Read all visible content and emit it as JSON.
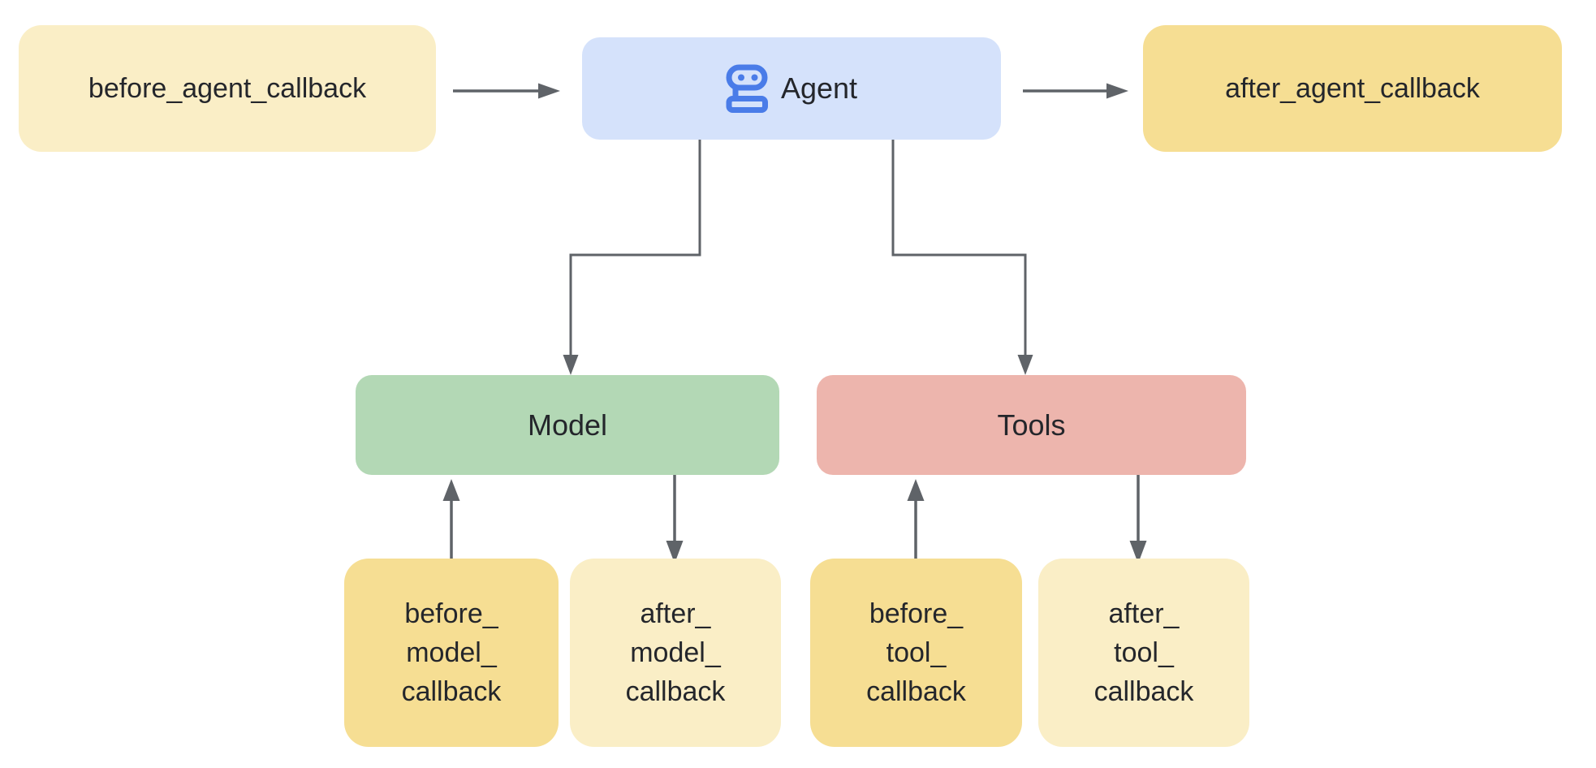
{
  "page": {
    "background": "#FFFFFF"
  },
  "diagram": {
    "nodes": {
      "before_agent_callback": {
        "label": "before_agent_callback",
        "fill": "#FAEEC6"
      },
      "agent": {
        "label": "Agent",
        "fill": "#D5E2FB",
        "icon": "robot-icon",
        "icon_color": "#4A7CE8"
      },
      "after_agent_callback": {
        "label": "after_agent_callback",
        "fill": "#F6DE93"
      },
      "model": {
        "label": "Model",
        "fill": "#B3D8B5"
      },
      "tools": {
        "label": "Tools",
        "fill": "#EDB5AD"
      },
      "before_model_callback": {
        "label": "before_\nmodel_\ncallback",
        "fill": "#F6DE93"
      },
      "after_model_callback": {
        "label": "after_\nmodel_\ncallback",
        "fill": "#FAEEC6"
      },
      "before_tool_callback": {
        "label": "before_\ntool_\ncallback",
        "fill": "#F6DE93"
      },
      "after_tool_callback": {
        "label": "after_\ntool_\ncallback",
        "fill": "#FAEEC6"
      }
    },
    "edges": [
      {
        "from": "before_agent_callback",
        "to": "agent",
        "style": "straight-right-arrow"
      },
      {
        "from": "agent",
        "to": "after_agent_callback",
        "style": "straight-right-arrow"
      },
      {
        "from": "agent",
        "to": "model",
        "style": "elbow-down-arrow"
      },
      {
        "from": "agent",
        "to": "tools",
        "style": "elbow-down-arrow"
      },
      {
        "from": "before_model_callback",
        "to": "model",
        "style": "straight-up-arrow"
      },
      {
        "from": "model",
        "to": "after_model_callback",
        "style": "straight-down-arrow"
      },
      {
        "from": "before_tool_callback",
        "to": "tools",
        "style": "straight-up-arrow"
      },
      {
        "from": "tools",
        "to": "after_tool_callback",
        "style": "straight-down-arrow"
      }
    ],
    "colors": {
      "cream_light": "#FAEEC6",
      "yellow_dark": "#F6DE93",
      "blue_light": "#D5E2FB",
      "robot_blue": "#4A7CE8",
      "green": "#B3D8B5",
      "pink": "#EDB5AD",
      "connector_gray": "#5F6368",
      "text": "#24262B"
    }
  }
}
